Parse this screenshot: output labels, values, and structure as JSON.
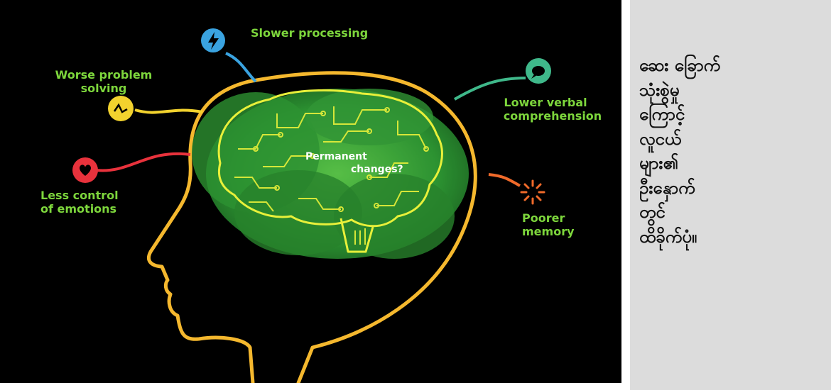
{
  "diagram": {
    "labels": {
      "slower": "Slower processing",
      "worse_l1": "Worse problem",
      "worse_l2": "solving",
      "verbal_l1": "Lower verbal",
      "verbal_l2": "comprehension",
      "emotion_l1": "Less control",
      "emotion_l2": "of emotions",
      "memory_l1": "Poorer",
      "memory_l2": "memory",
      "center_l1": "Permanent",
      "center_l2": "changes?"
    },
    "colors": {
      "background": "#000000",
      "head_outline": "#f5b82e",
      "brain_glow": "#3fae3a",
      "circuit": "#e8f03a",
      "label_green": "#7dd63c",
      "bolt_icon": "#3aa3e0",
      "chat_icon": "#3fb88a",
      "face_icon": "#f2d22e",
      "heart_icon": "#e8323c",
      "burst_icon": "#f06a2a"
    },
    "icons": [
      "lightning-bolt-icon",
      "speech-bubble-icon",
      "confused-face-icon",
      "heart-icon",
      "burst-icon"
    ]
  },
  "sidebar": {
    "lines": [
      "ဆေး ခြောက်",
      "သုံးစွဲမှု",
      "ကြောင့်",
      "လူငယ်",
      "များ၏",
      "ဦးနှောက်",
      "တွင်",
      "ထိခိုက်ပုံ။"
    ]
  }
}
